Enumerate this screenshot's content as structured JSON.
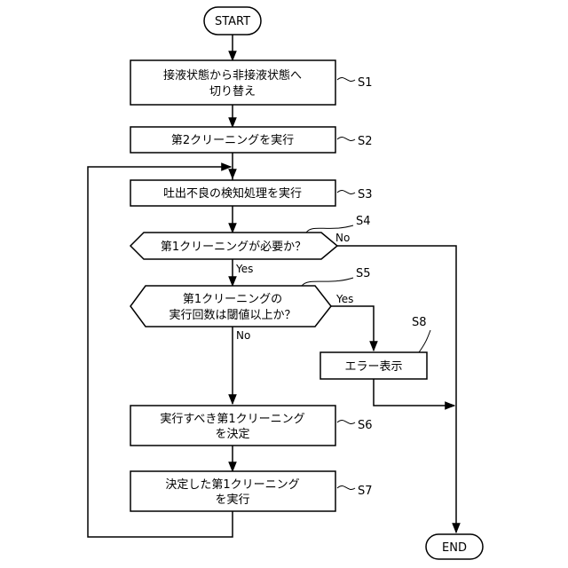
{
  "terminals": {
    "start": "START",
    "end": "END"
  },
  "steps": {
    "s1": {
      "lines": [
        "接液状態から非接液状態へ",
        "切り替え"
      ],
      "label": "S1"
    },
    "s2": {
      "lines": [
        "第2クリーニングを実行"
      ],
      "label": "S2"
    },
    "s3": {
      "lines": [
        "吐出不良の検知処理を実行"
      ],
      "label": "S3"
    },
    "s4": {
      "lines": [
        "第1クリーニングが必要か？"
      ],
      "label": "S4"
    },
    "s5": {
      "lines": [
        "第1クリーニングの",
        "実行回数は閾値以上か？"
      ],
      "label": "S5"
    },
    "s6": {
      "lines": [
        "実行すべき第1クリーニング",
        "を決定"
      ],
      "label": "S6"
    },
    "s7": {
      "lines": [
        "決定した第1クリーニング",
        "を実行"
      ],
      "label": "S7"
    },
    "s8": {
      "lines": [
        "エラー表示"
      ],
      "label": "S8"
    }
  },
  "branch_labels": {
    "s4_yes": "Yes",
    "s4_no": "No",
    "s5_yes": "Yes",
    "s5_no": "No"
  }
}
